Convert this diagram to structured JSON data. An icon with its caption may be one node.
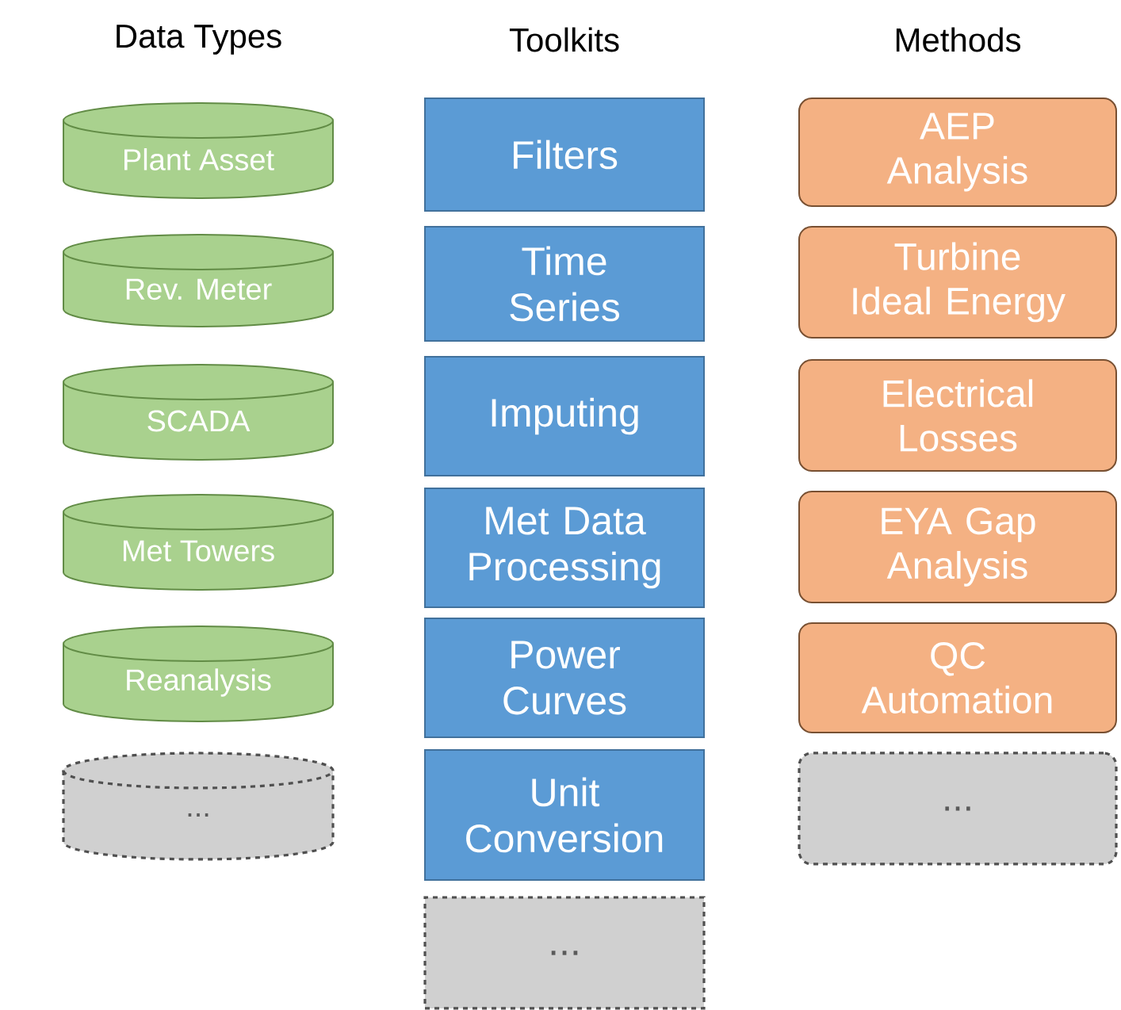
{
  "diagram": {
    "nodes": [
      {
        "text": [
          "Plant Asset"
        ]
      },
      {
        "text": [
          "Rev. Meter"
        ]
      },
      {
        "text": [
          "SCADA"
        ]
      },
      {
        "text": [
          "Met Towers"
        ]
      },
      {
        "text": [
          "Reanalysis"
        ]
      },
      {
        "text": [
          "..."
        ]
      },
      {
        "text": [
          "Filters"
        ]
      },
      {
        "text": [
          "Time Series"
        ]
      },
      {
        "text": [
          "Imputing"
        ]
      },
      {
        "text": [
          "Met Data Processing"
        ]
      },
      {
        "text": [
          "Power Curves"
        ]
      },
      {
        "text": [
          "Unit Conversion"
        ]
      },
      {
        "text": [
          "..."
        ]
      },
      {
        "text": [
          "AEP Analysis"
        ]
      },
      {
        "text": [
          "Turbine Ideal Energy"
        ]
      },
      {
        "text": [
          "Electrical Losses"
        ]
      },
      {
        "text": [
          "EYA Gap Analysis"
        ]
      },
      {
        "text": [
          "QC Automation"
        ]
      },
      {
        "text": [
          "..."
        ]
      }
    ],
    "labels": [
      "Data Types",
      "Toolkits",
      "Methods"
    ]
  }
}
